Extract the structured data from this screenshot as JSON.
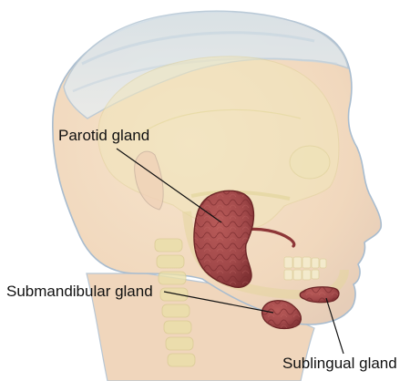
{
  "diagram": {
    "labels": {
      "parotid": "Parotid gland",
      "submandibular": "Submandibular gland",
      "sublingual": "Sublingual gland"
    },
    "colors": {
      "skin": "#f3dcc2",
      "skin_edge": "#9bb5cc",
      "skull": "#eee2b0",
      "spine": "#e7dca6",
      "gland": "#a2494a",
      "gland_edge": "#6b2425",
      "leader_line": "#111111"
    }
  }
}
